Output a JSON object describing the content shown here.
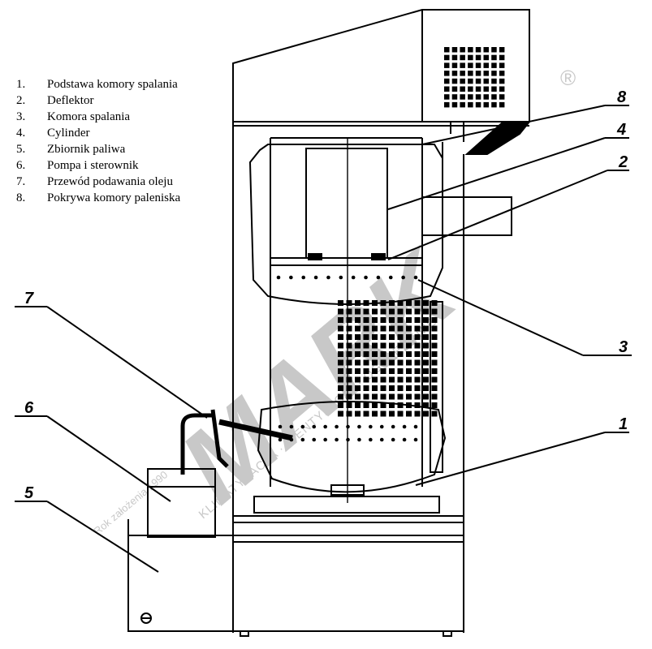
{
  "legend": [
    {
      "num": "1.",
      "label": "Podstawa  komory spalania"
    },
    {
      "num": "2.",
      "label": "Deflektor"
    },
    {
      "num": "3.",
      "label": "Komora spalania"
    },
    {
      "num": "4.",
      "label": "Cylinder"
    },
    {
      "num": "5.",
      "label": "Zbiornik paliwa"
    },
    {
      "num": "6.",
      "label": "Pompa i sterownik"
    },
    {
      "num": "7.",
      "label": "Przewód podawania oleju"
    },
    {
      "num": "8.",
      "label": "Pokrywa komory paleniska"
    }
  ],
  "callouts": {
    "c1": "1",
    "c2": "2",
    "c3": "3",
    "c4": "4",
    "c5": "5",
    "c6": "6",
    "c7": "7",
    "c8": "8"
  },
  "watermark": {
    "brand": "MARK",
    "registered": "®",
    "since": "Rok założenia 1990",
    "tagline": "KLIMATYZACJA · WENTYLACJA · OGRZEWANIE"
  },
  "colors": {
    "line": "#000000",
    "watermark": "#c8c8c8"
  }
}
